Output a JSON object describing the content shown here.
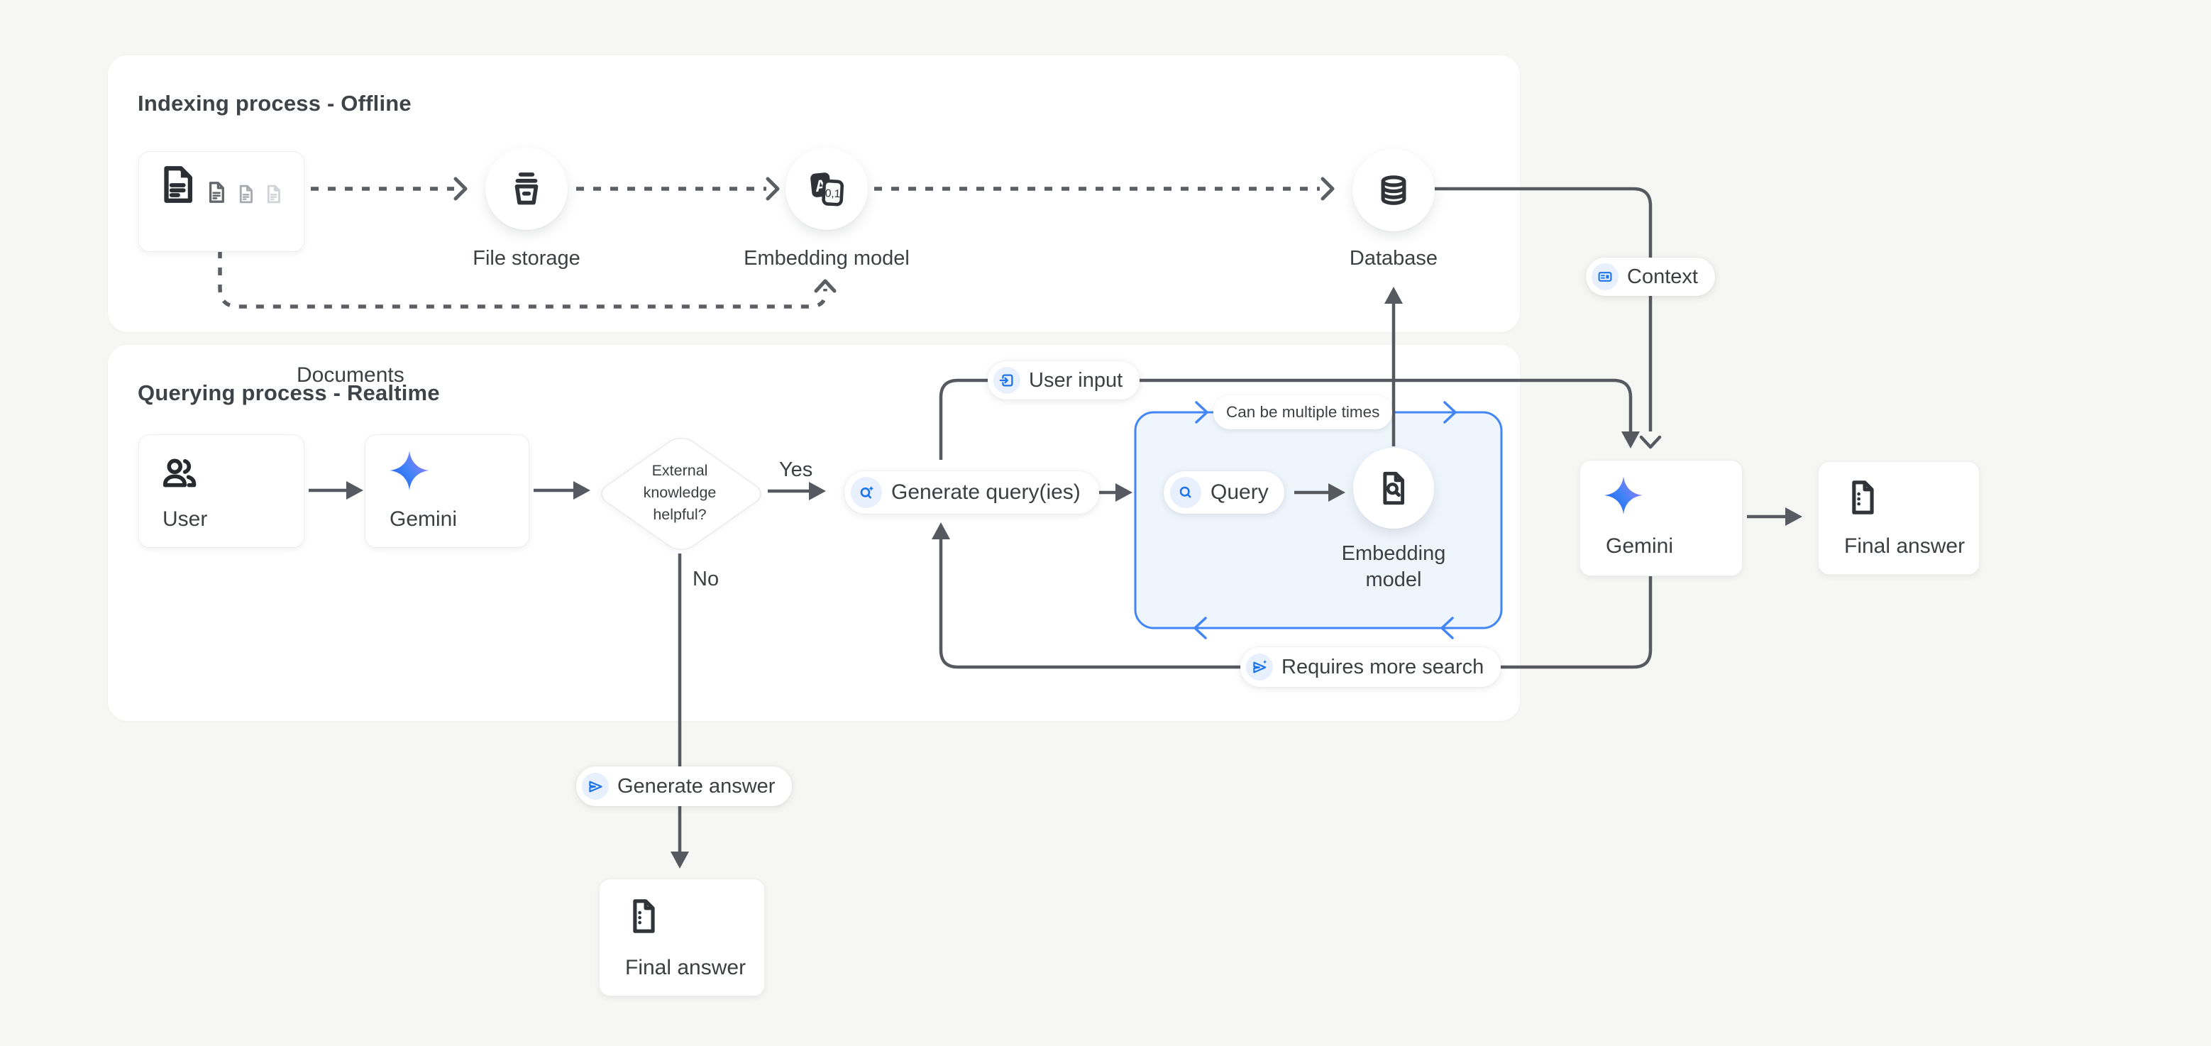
{
  "titles": {
    "indexing": "Indexing process - Offline",
    "querying": "Querying process - Realtime"
  },
  "nodes": {
    "documents": "Documents",
    "file_storage": "File storage",
    "embedding_model": "Embedding model",
    "database": "Database",
    "user": "User",
    "gemini": "Gemini",
    "decision": "External knowledge helpful?",
    "yes": "Yes",
    "no": "No",
    "generate_queries": "Generate query(ies)",
    "loop_note": "Can be multiple times",
    "query": "Query",
    "embedding_model_query": "Embedding model",
    "gemini_right": "Gemini",
    "final_answer_right": "Final answer",
    "generate_answer": "Generate answer",
    "final_answer_bottom": "Final answer"
  },
  "badges": {
    "user_input": "User input",
    "context": "Context",
    "requires_more_search": "Requires more search"
  },
  "icons": {
    "translate_letter": "A",
    "translate_digits": "0,1"
  },
  "colors": {
    "background": "#f6f6f4",
    "panel": "#ffffff",
    "line": "#56595f",
    "accent_blue": "#1a73e8",
    "loop_border": "#4285f4",
    "loop_fill": "#eff5fd",
    "icon_bubble": "#e8f0fe",
    "text": "#3c4043"
  }
}
